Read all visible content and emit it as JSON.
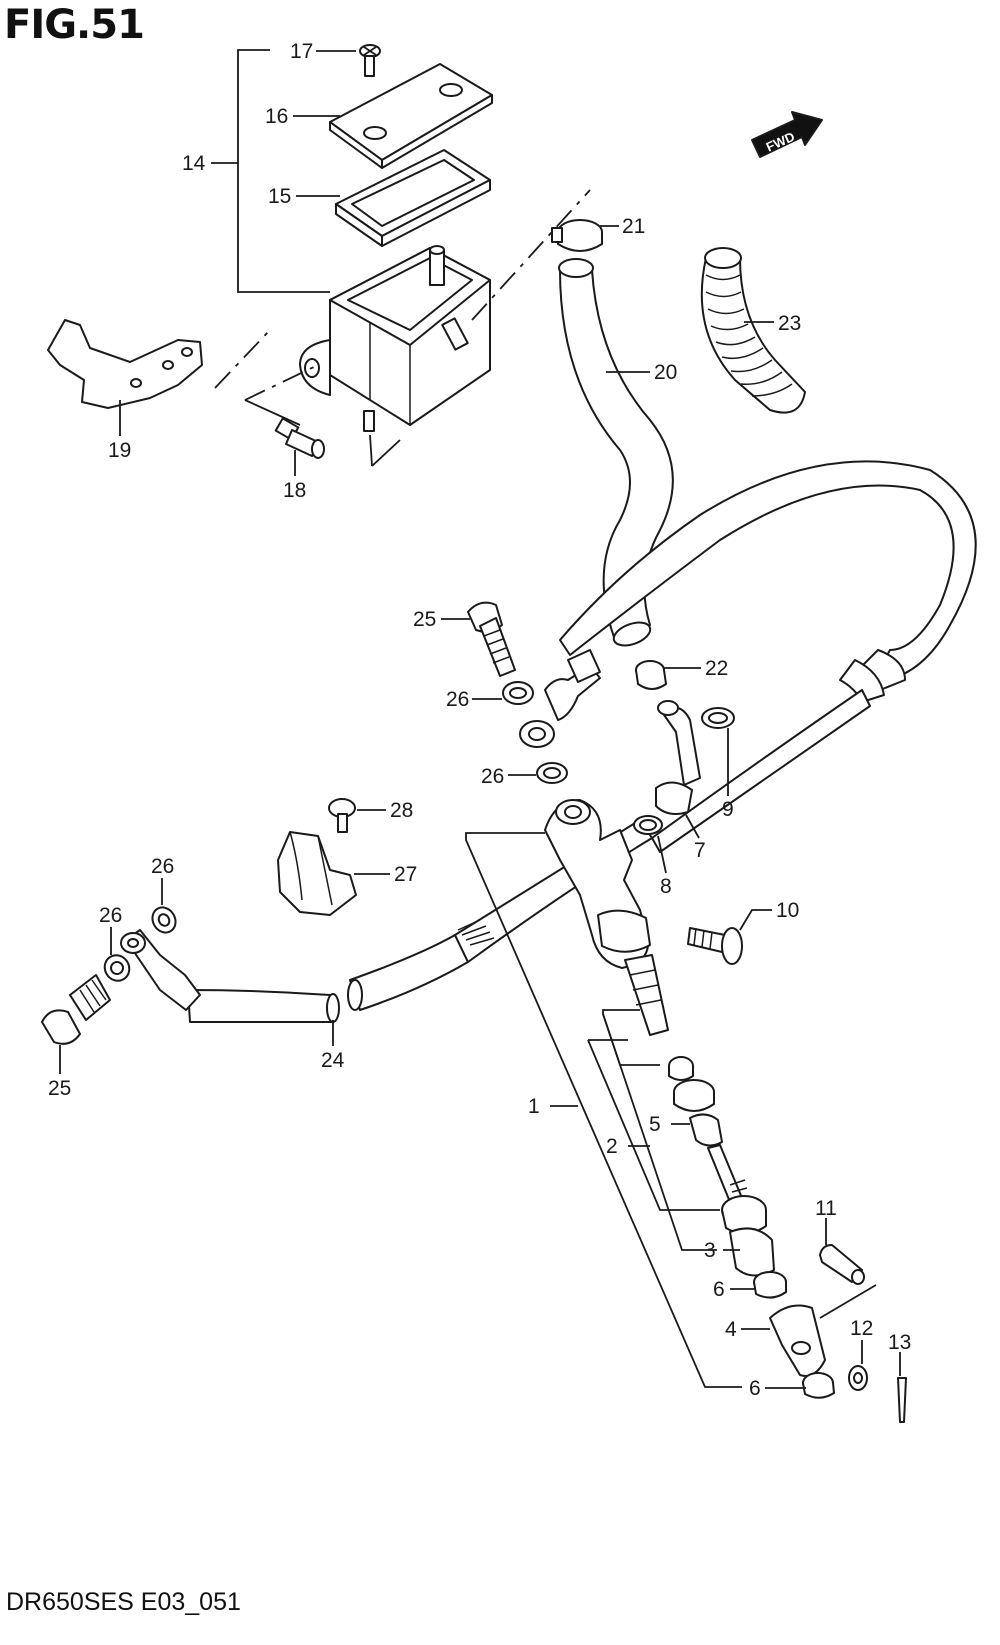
{
  "figure": {
    "title": "FIG.51",
    "code": "DR650SES E03_051",
    "fwd_label": "FWD"
  },
  "callouts": {
    "c1": "1",
    "c2": "2",
    "c3": "3",
    "c4": "4",
    "c5": "5",
    "c6a": "6",
    "c6b": "6",
    "c7": "7",
    "c8": "8",
    "c9": "9",
    "c10": "10",
    "c11": "11",
    "c12": "12",
    "c13": "13",
    "c14": "14",
    "c15": "15",
    "c16": "16",
    "c17": "17",
    "c18": "18",
    "c19": "19",
    "c20": "20",
    "c21": "21",
    "c22": "22",
    "c23": "23",
    "c24": "24",
    "c25a": "25",
    "c25b": "25",
    "c26a": "26",
    "c26b": "26",
    "c26c": "26",
    "c26d": "26",
    "c27": "27",
    "c28": "28"
  }
}
